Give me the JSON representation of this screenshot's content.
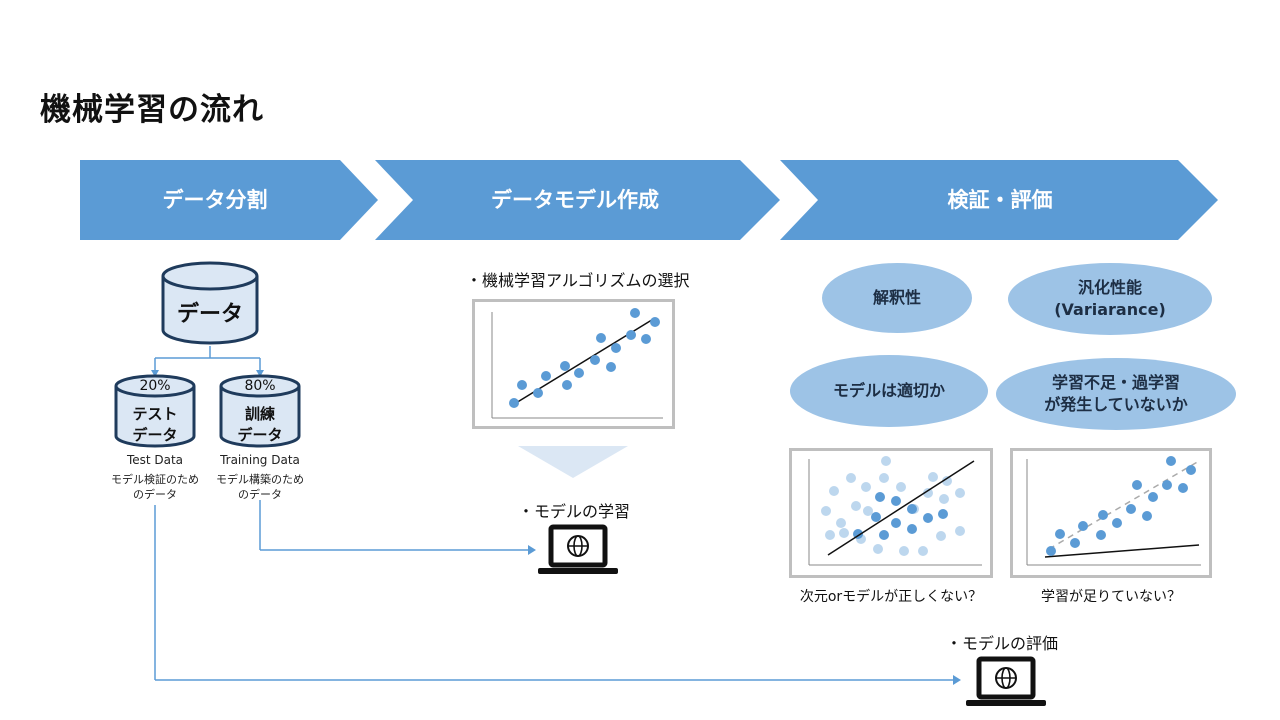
{
  "slide_title": "機械学習の流れ",
  "stages": [
    {
      "label": "データ分割"
    },
    {
      "label": "データモデル作成"
    },
    {
      "label": "検証・評価"
    }
  ],
  "data_split": {
    "main_db": "データ",
    "test": {
      "percent": "20%",
      "label_line1": "テスト",
      "label_line2": "データ",
      "en": "Test Data",
      "desc_line1": "モデル検証のため",
      "desc_line2": "のデータ"
    },
    "train": {
      "percent": "80%",
      "label_line1": "訓練",
      "label_line2": "データ",
      "en": "Training Data",
      "desc_line1": "モデル構築のため",
      "desc_line2": "のデータ"
    }
  },
  "model_creation": {
    "algo_bullet": "・機械学習アルゴリズムの選択",
    "learn_bullet": "・モデルの学習"
  },
  "evaluation": {
    "ellipses": [
      "解釈性",
      "汎化性能\n(Variarance)",
      "モデルは適切か",
      "学習不足・過学習\nが発生していないか"
    ],
    "caption_left": "次元orモデルが正しくない？",
    "caption_right": "学習が足りていない？",
    "eval_bullet": "・モデルの評価"
  },
  "colors": {
    "arrow": "#5b9bd5",
    "db_fill": "#dbe7f4",
    "db_stroke": "#1f3b5c",
    "ellipse": "#9dc3e6",
    "dot": "#5b9bd5",
    "dot_light": "#bdd7ee"
  },
  "icons": [
    "database-icon",
    "laptop-globe-icon",
    "scatter-plot-icon",
    "funnel-triangle-icon"
  ]
}
